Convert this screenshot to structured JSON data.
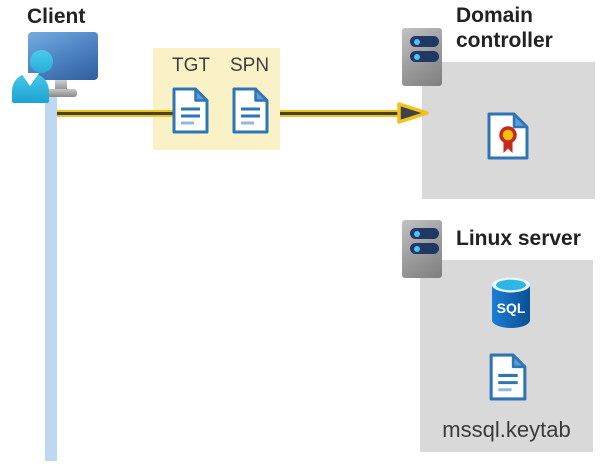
{
  "client": {
    "label": "Client"
  },
  "tickets": {
    "tgt": "TGT",
    "spn": "SPN"
  },
  "domain_controller": {
    "label": "Domain controller"
  },
  "linux_server": {
    "label": "Linux server",
    "database_label": "SQL",
    "keytab_file": "mssql.keytab"
  },
  "colors": {
    "arrow_gold": "#F2C11C",
    "ticket_box_yellow": "#FAF2C6",
    "server_box_gray": "#D9D9D9",
    "document_blue": "#2E75B6",
    "document_fold_blue": "#5B9BD6",
    "client_cyan": "#35B9DF",
    "monitor_blue": "#3E76B8",
    "connection_line_blue": "#BFD8F2",
    "server_bar_navy": "#1F3864",
    "server_led_cyan": "#4FC3EE",
    "sql_body_blue": "#0E5EA8",
    "sql_top_cyan": "#30B6E4",
    "certificate_seal_gold": "#FFC10A",
    "certificate_ribbon_red": "#C9281C"
  }
}
